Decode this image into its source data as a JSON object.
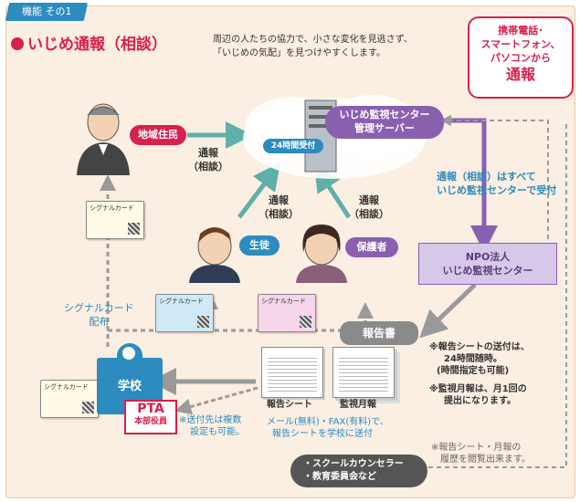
{
  "header": {
    "tab_label": "機能 その1",
    "title": "いじめ通報（相談）",
    "lead_line1": "周辺の人たちの協力で、小さな変化を見逃さず、",
    "lead_line2": "「いじめの気配」を見つけやすくします。"
  },
  "callout": {
    "line1": "携帯電話･",
    "line2": "スマートフォン、",
    "line3": "パソコンから",
    "line4": "通報"
  },
  "nodes": {
    "resident": "地域住民",
    "student": "生徒",
    "guardian": "保護者",
    "server_line1": "いじめ監視センター",
    "server_line2": "管理サーバー",
    "server_badge": "24時間受付",
    "npo_line1": "NPO法人",
    "npo_line2": "いじめ監視センター",
    "school": "学校",
    "pta_main": "PTA",
    "pta_sub": "本部役員",
    "counselor_line1": "・スクールカウンセラー",
    "counselor_line2": "・教育委員会など"
  },
  "labels": {
    "report_a1": "通報",
    "report_a2": "（相談）",
    "report_b1": "通報",
    "report_b2": "（相談）",
    "report_c1": "通報",
    "report_c2": "（相談）",
    "all_reports1": "通報（相談）はすべて",
    "all_reports2": "いじめ監視センターで受付",
    "card_dist1": "シグナルカード",
    "card_dist2": "配布",
    "report_book": "報告書",
    "report_sheet": "報告シート",
    "monthly_report": "監視月報",
    "mail1": "メール(無料)・FAX(有料)で、",
    "mail2": "報告シートを学校に送付",
    "note_dest1": "※送付先は複数",
    "note_dest2": "設定も可能。",
    "note_send1": "※報告シートの送付は、",
    "note_send2": "24時間随時。",
    "note_send3": "(時間指定も可能)",
    "note_month1": "※監視月報は、月1回の",
    "note_month2": "提出になります。",
    "note_browse1": "※報告シート・月報の",
    "note_browse2": "履歴を閲覧出来ます。"
  },
  "cards": {
    "label1": "シグナルカード",
    "label2": "シグナルカード",
    "label3": "シグナルカード",
    "label4": "シグナルカード"
  },
  "colors": {
    "accent_red": "#d7204d",
    "blue": "#2c8bbf",
    "purple": "#8a5fb0",
    "lavender": "#d6c8e8",
    "teal_arrow": "#5fb0a8",
    "grey_arrow": "#9a9a9a",
    "background": "#fbeee2"
  }
}
